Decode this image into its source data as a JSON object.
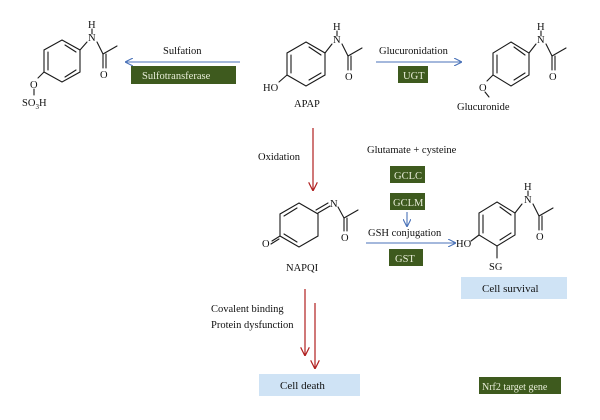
{
  "compounds": {
    "apap": "APAP",
    "napqi": "NAPQI",
    "glucuronide": "Glucuronide",
    "sulfate_group_prefix": "SO",
    "sulfate_group_sub": "3",
    "sulfate_group_suffix": "H"
  },
  "atoms": {
    "h": "H",
    "n": "N",
    "o": "O",
    "ho": "HO",
    "sg": "SG"
  },
  "reactions": {
    "sulfation": "Sulfation",
    "glucuronidation": "Glucuronidation",
    "oxidation": "Oxidation",
    "glutamate_cysteine": "Glutamate + cysteine",
    "gsh_conjugation": "GSH conjugation",
    "covalent_binding": "Covalent binding",
    "protein_dysfunction": "Protein dysfunction"
  },
  "enzymes": {
    "sulfotransferase": "Sulfotransferase",
    "ugt": "UGT",
    "gclc": "GCLC",
    "gclm": "GCLM",
    "gst": "GST"
  },
  "outcomes": {
    "cell_survival": "Cell survival",
    "cell_death": "Cell death"
  },
  "legend": {
    "nrf2_label": "Nrf2 target gene"
  },
  "colors": {
    "enzyme_box": "#3e5a1e",
    "outcome_box": "#cfe3f5",
    "blue_arrow": "#4a72b8",
    "red_arrow": "#b01e1e"
  }
}
